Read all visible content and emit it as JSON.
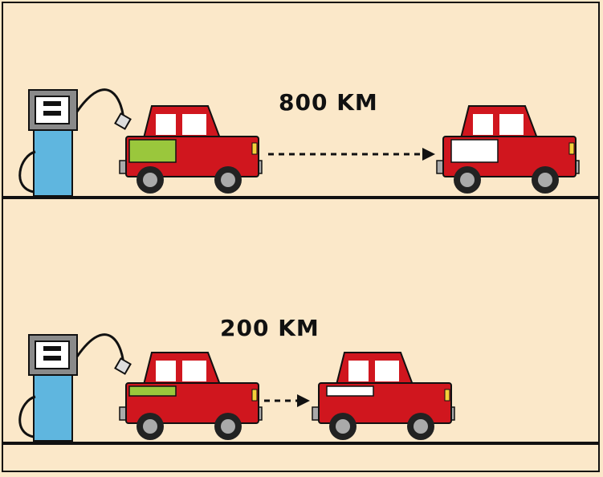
{
  "scenarios": [
    {
      "distance_label": "800 KM",
      "tank_fill": "full"
    },
    {
      "distance_label": "200 KM",
      "tank_fill": "low"
    }
  ],
  "colors": {
    "background": "#fbe8c9",
    "car_body": "#d0161e",
    "fuel_level": "#9ac73c",
    "pump_body": "#5fb6df",
    "road": "#111111"
  },
  "icons": [
    "fuel-pump-icon",
    "car-icon",
    "arrow-right-icon"
  ]
}
